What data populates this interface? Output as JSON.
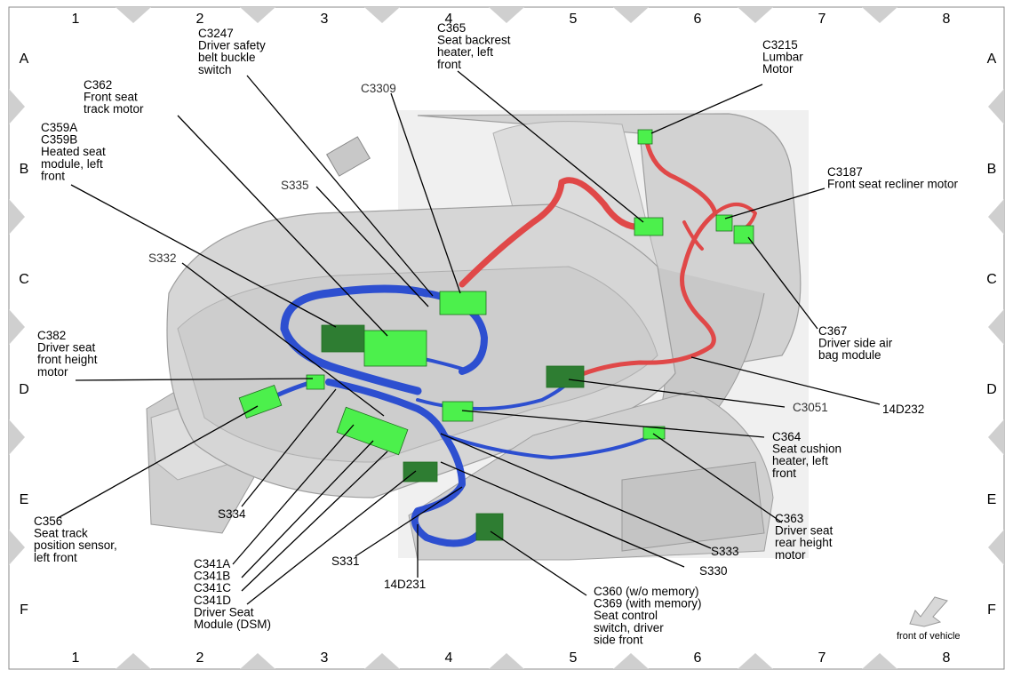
{
  "grid": {
    "columns": [
      "1",
      "2",
      "3",
      "4",
      "5",
      "6",
      "7",
      "8"
    ],
    "rows": [
      "A",
      "B",
      "C",
      "D",
      "E",
      "F"
    ]
  },
  "labels": {
    "c3247": [
      "C3247",
      "Driver safety",
      "belt buckle",
      "switch"
    ],
    "c365": [
      "C365",
      "Seat backrest",
      "heater, left",
      "front"
    ],
    "c3215": [
      "C3215",
      "Lumbar",
      "Motor"
    ],
    "c362": [
      "C362",
      "Front seat",
      "track motor"
    ],
    "c3309": [
      "C3309"
    ],
    "c359": [
      "C359A",
      "C359B",
      "Heated seat",
      "module, left",
      "front"
    ],
    "s335": [
      "S335"
    ],
    "c3187": [
      "C3187",
      "Front seat recliner motor"
    ],
    "s332": [
      "S332"
    ],
    "c367": [
      "C367",
      "Driver side air",
      "bag module"
    ],
    "c382": [
      "C382",
      "Driver seat",
      "front height",
      "motor"
    ],
    "c3051": [
      "C3051"
    ],
    "h14d232": [
      "14D232"
    ],
    "c364": [
      "C364",
      "Seat cushion",
      "heater, left",
      "front"
    ],
    "c356": [
      "C356",
      "Seat track",
      "position sensor,",
      "left front"
    ],
    "s334": [
      "S334"
    ],
    "c363": [
      "C363",
      "Driver seat",
      "rear height",
      "motor"
    ],
    "c341": [
      "C341A",
      "C341B",
      "C341C",
      "C341D",
      "Driver Seat",
      "Module (DSM)"
    ],
    "s331": [
      "S331"
    ],
    "s333": [
      "S333"
    ],
    "s330": [
      "S330"
    ],
    "h14d231": [
      "14D231"
    ],
    "c360": [
      "C360 (w/o memory)",
      "C369 (with memory)",
      "Seat control",
      "switch, driver",
      "side front"
    ]
  },
  "front_of_vehicle": "front of vehicle",
  "colors": {
    "connector": "#4cf04c",
    "connector_dark": "#2e7d32",
    "harness_blue": "#2d4fd0",
    "harness_red": "#e04848",
    "seat": "#d4d4d4",
    "seat_edge": "#a8a8a8",
    "border_marker": "#cfcfcf"
  }
}
